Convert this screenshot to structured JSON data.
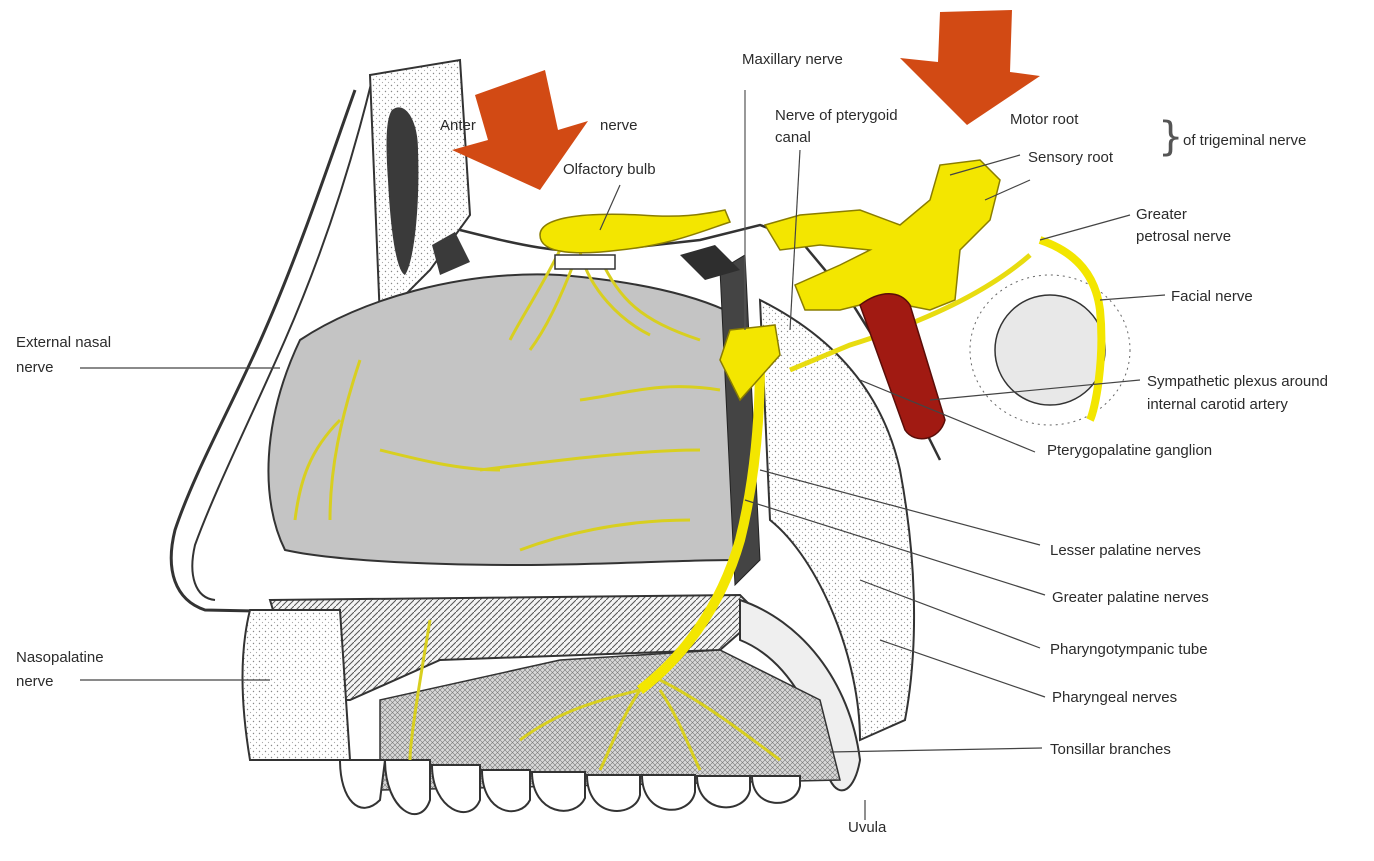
{
  "colors": {
    "nerve": "#f3e600",
    "nerve_dark": "#8a7d00",
    "artery": "#a11a12",
    "arrow": "#d24a14",
    "outline": "#333333",
    "cavity": "#c9c9c9",
    "leader": "#444444"
  },
  "arrows": [
    "arrow-down-left-icon",
    "arrow-down-right-icon"
  ],
  "labels": {
    "maxillary_nerve": "Maxillary nerve",
    "anterior_ethmoidal_nerve_start": "Anter",
    "anterior_ethmoidal_nerve_end": "nerve",
    "nerve_of_pterygoid_canal_1": "Nerve of pterygoid",
    "nerve_of_pterygoid_canal_2": "canal",
    "motor_root": "Motor root",
    "of_trigeminal_nerve": "of trigeminal nerve",
    "sensory_root": "Sensory root",
    "olfactory_bulb": "Olfactory bulb",
    "greater_petrosal_1": "Greater",
    "greater_petrosal_2": "petrosal nerve",
    "facial_nerve": "Facial nerve",
    "external_nasal_1": "External nasal",
    "external_nasal_2": "nerve",
    "sympathetic_1": "Sympathetic plexus around",
    "sympathetic_2": "internal carotid artery",
    "pterygopalatine": "Pterygopalatine ganglion",
    "lesser_palatine": "Lesser palatine nerves",
    "greater_palatine": "Greater palatine nerves",
    "pharyngotympanic": "Pharyngotympanic tube",
    "nasopalatine_1": "Nasopalatine",
    "nasopalatine_2": "nerve",
    "pharyngeal": "Pharyngeal nerves",
    "tonsillar": "Tonsillar branches",
    "uvula": "Uvula"
  }
}
